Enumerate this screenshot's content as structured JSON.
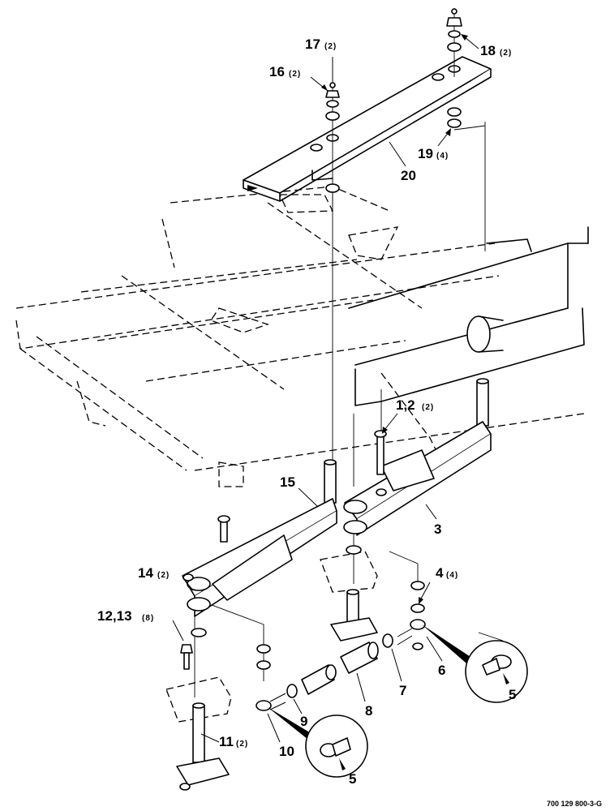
{
  "diagram": {
    "type": "exploded parts diagram",
    "doc_number": "700 129 800-3-G",
    "callouts": [
      {
        "id": "c17",
        "number": "17",
        "qty": "(2)"
      },
      {
        "id": "c16",
        "number": "16",
        "qty": "(2)"
      },
      {
        "id": "c18",
        "number": "18",
        "qty": "(2)"
      },
      {
        "id": "c19",
        "number": "19",
        "qty": "(4)"
      },
      {
        "id": "c20",
        "number": "20",
        "qty": ""
      },
      {
        "id": "c1",
        "number": "1,2",
        "qty": "(2)"
      },
      {
        "id": "c15",
        "number": "15",
        "qty": ""
      },
      {
        "id": "c3",
        "number": "3",
        "qty": ""
      },
      {
        "id": "c14",
        "number": "14",
        "qty": "(2)"
      },
      {
        "id": "c4",
        "number": "4",
        "qty": "(4)"
      },
      {
        "id": "c12",
        "number": "12,13",
        "qty": "(8)"
      },
      {
        "id": "c6",
        "number": "6",
        "qty": ""
      },
      {
        "id": "c7",
        "number": "7",
        "qty": ""
      },
      {
        "id": "c5a",
        "number": "5",
        "qty": ""
      },
      {
        "id": "c8",
        "number": "8",
        "qty": ""
      },
      {
        "id": "c9",
        "number": "9",
        "qty": ""
      },
      {
        "id": "c10",
        "number": "10",
        "qty": ""
      },
      {
        "id": "c11",
        "number": "11",
        "qty": "(2)"
      },
      {
        "id": "c5b",
        "number": "5",
        "qty": ""
      }
    ]
  }
}
